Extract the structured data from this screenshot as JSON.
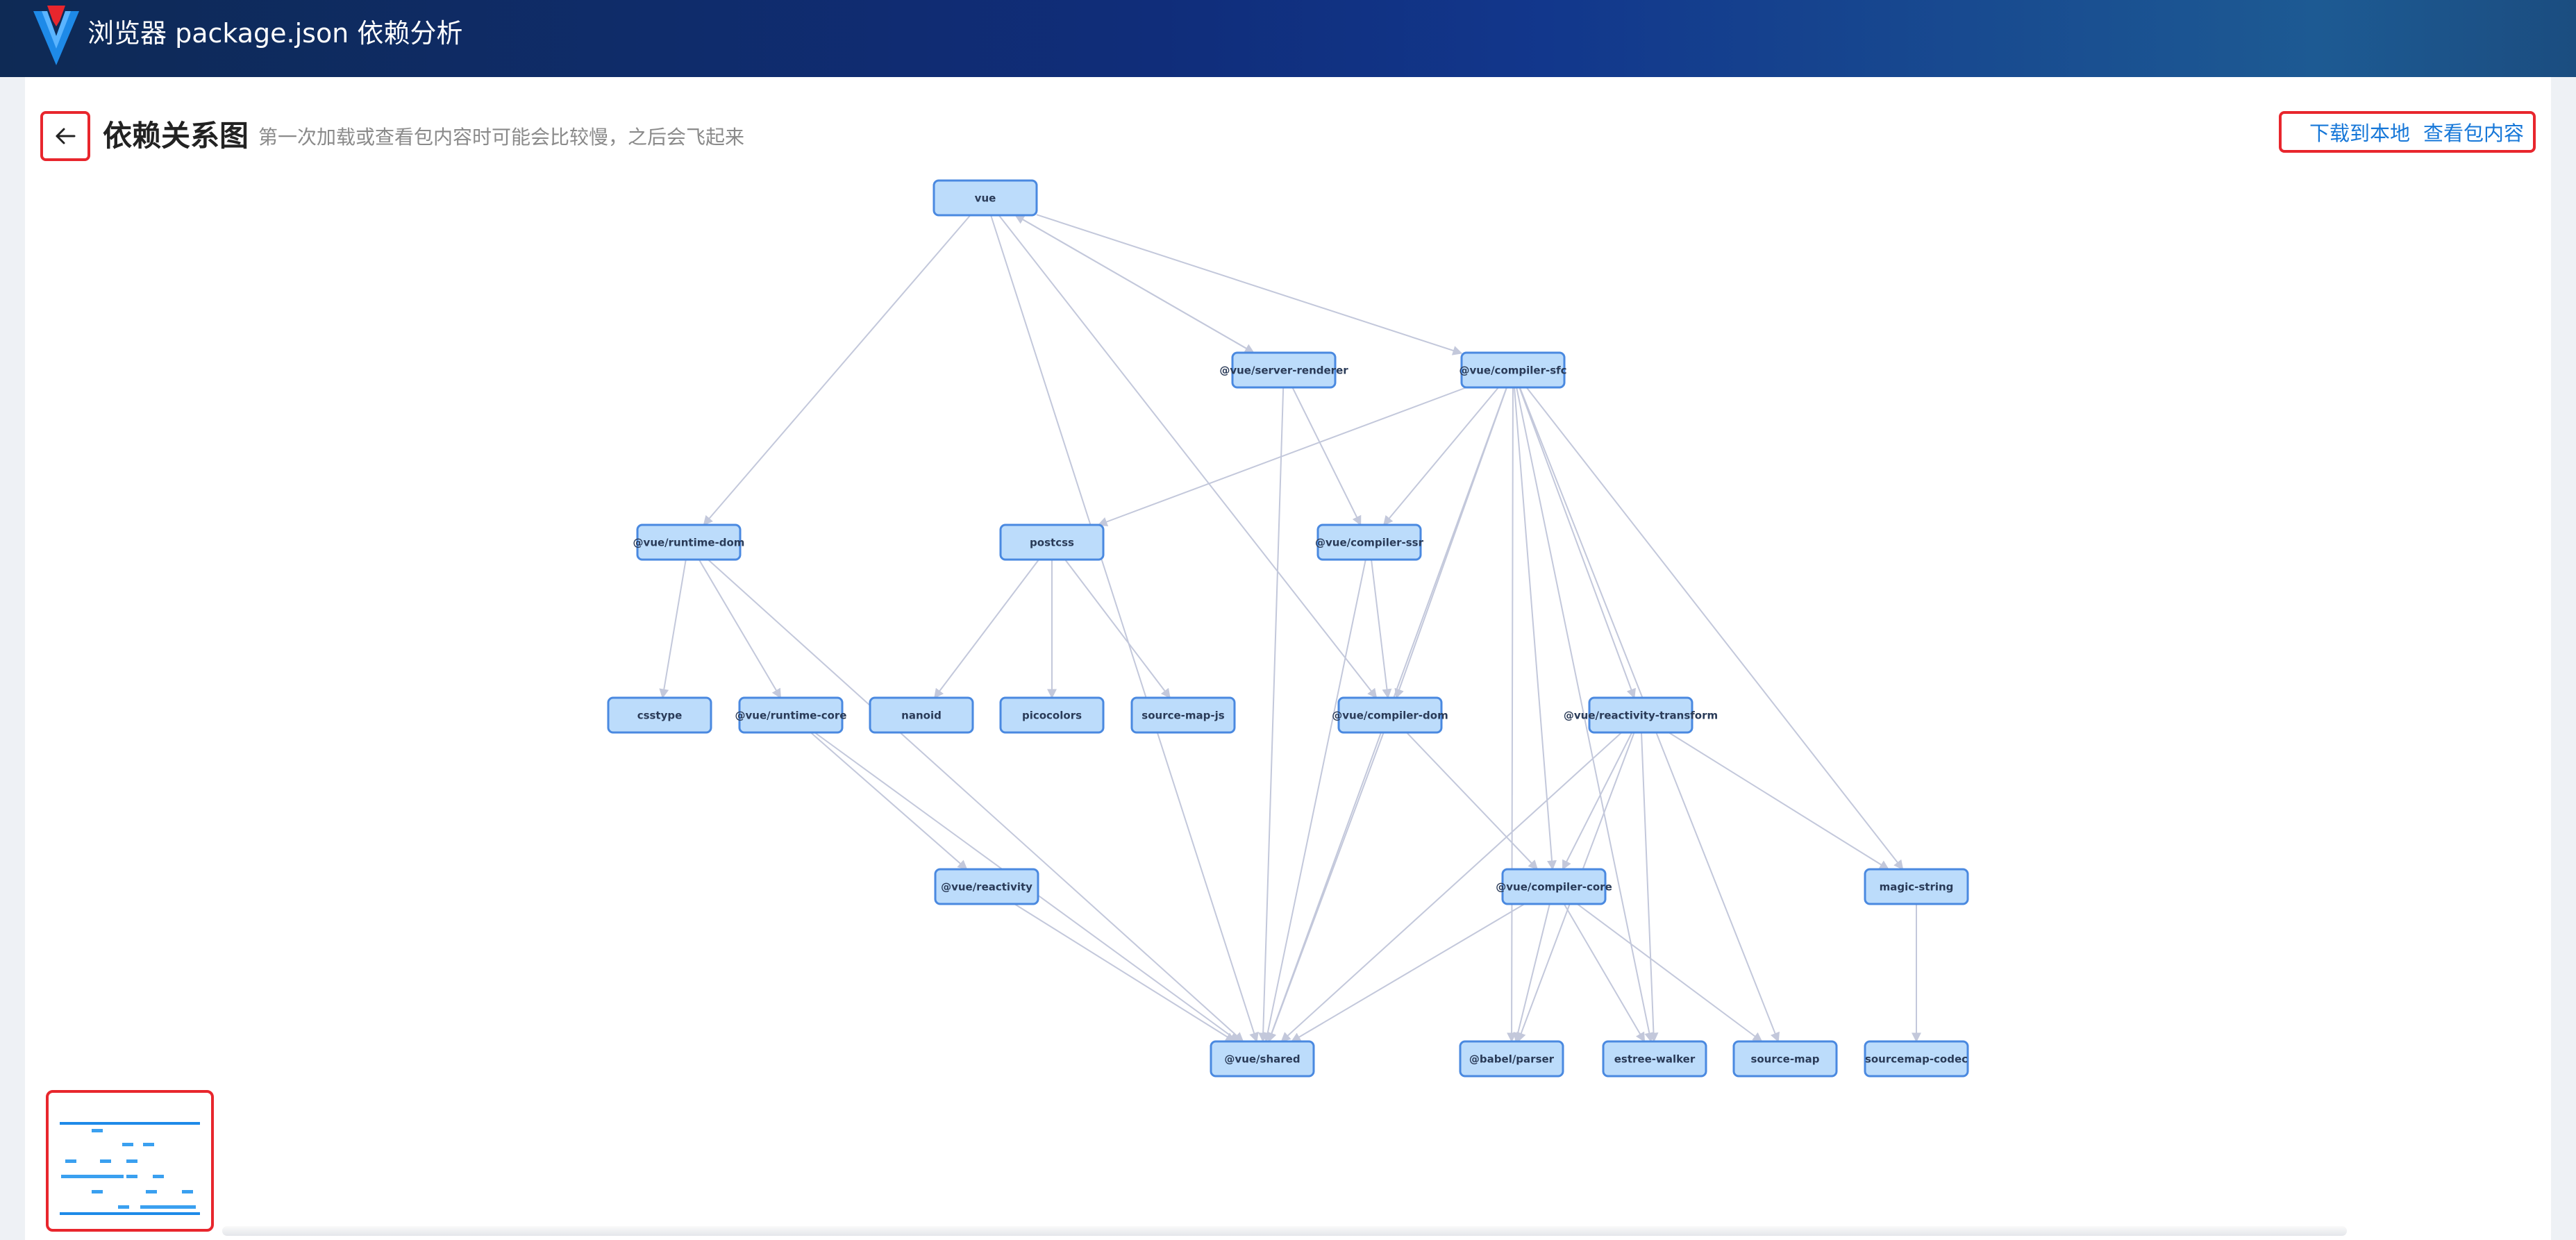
{
  "header": {
    "title": "浏览器 package.json 依赖分析",
    "logo_icon": "vite-v-logo-icon",
    "gradient": [
      "#0e2a55",
      "#12378c",
      "#1d5a93"
    ]
  },
  "page": {
    "back_icon": "arrow-left-icon",
    "title": "依赖关系图",
    "subtitle": "第一次加载或查看包内容时可能会比较慢，之后会飞起来",
    "actions": {
      "download_label": "下载到本地",
      "view_content_label": "查看包内容"
    }
  },
  "colors": {
    "node_fill": "#bcdcfb",
    "node_border": "#4a89e0",
    "edge": "#c3c8db",
    "link": "#1677d8",
    "highlight": "#e8262d"
  },
  "graph": {
    "nodes": [
      "vue",
      "@vue/server-renderer",
      "@vue/compiler-sfc",
      "@vue/runtime-dom",
      "postcss",
      "@vue/compiler-ssr",
      "csstype",
      "@vue/runtime-core",
      "nanoid",
      "picocolors",
      "source-map-js",
      "@vue/compiler-dom",
      "@vue/reactivity-transform",
      "@vue/reactivity",
      "@vue/compiler-core",
      "magic-string",
      "@vue/shared",
      "@babel/parser",
      "estree-walker",
      "source-map",
      "sourcemap-codec"
    ],
    "edges": [
      [
        "vue",
        "@vue/server-renderer"
      ],
      [
        "vue",
        "@vue/compiler-sfc"
      ],
      [
        "vue",
        "@vue/runtime-dom"
      ],
      [
        "vue",
        "@vue/compiler-dom"
      ],
      [
        "vue",
        "@vue/shared"
      ],
      [
        "@vue/server-renderer",
        "vue"
      ],
      [
        "@vue/server-renderer",
        "@vue/compiler-ssr"
      ],
      [
        "@vue/server-renderer",
        "@vue/shared"
      ],
      [
        "@vue/compiler-sfc",
        "postcss"
      ],
      [
        "@vue/compiler-sfc",
        "@vue/compiler-ssr"
      ],
      [
        "@vue/compiler-sfc",
        "@vue/compiler-dom"
      ],
      [
        "@vue/compiler-sfc",
        "@vue/reactivity-transform"
      ],
      [
        "@vue/compiler-sfc",
        "@vue/compiler-core"
      ],
      [
        "@vue/compiler-sfc",
        "magic-string"
      ],
      [
        "@vue/compiler-sfc",
        "@vue/shared"
      ],
      [
        "@vue/compiler-sfc",
        "@babel/parser"
      ],
      [
        "@vue/compiler-sfc",
        "estree-walker"
      ],
      [
        "@vue/compiler-sfc",
        "source-map"
      ],
      [
        "@vue/runtime-dom",
        "csstype"
      ],
      [
        "@vue/runtime-dom",
        "@vue/runtime-core"
      ],
      [
        "@vue/runtime-dom",
        "@vue/shared"
      ],
      [
        "postcss",
        "nanoid"
      ],
      [
        "postcss",
        "picocolors"
      ],
      [
        "postcss",
        "source-map-js"
      ],
      [
        "@vue/compiler-ssr",
        "@vue/compiler-dom"
      ],
      [
        "@vue/compiler-ssr",
        "@vue/shared"
      ],
      [
        "@vue/runtime-core",
        "@vue/reactivity"
      ],
      [
        "@vue/runtime-core",
        "@vue/shared"
      ],
      [
        "@vue/compiler-dom",
        "@vue/compiler-core"
      ],
      [
        "@vue/compiler-dom",
        "@vue/shared"
      ],
      [
        "@vue/reactivity-transform",
        "@vue/compiler-core"
      ],
      [
        "@vue/reactivity-transform",
        "magic-string"
      ],
      [
        "@vue/reactivity-transform",
        "@vue/shared"
      ],
      [
        "@vue/reactivity-transform",
        "@babel/parser"
      ],
      [
        "@vue/reactivity-transform",
        "estree-walker"
      ],
      [
        "@vue/reactivity",
        "@vue/shared"
      ],
      [
        "@vue/compiler-core",
        "@vue/shared"
      ],
      [
        "@vue/compiler-core",
        "@babel/parser"
      ],
      [
        "@vue/compiler-core",
        "estree-walker"
      ],
      [
        "@vue/compiler-core",
        "source-map"
      ],
      [
        "magic-string",
        "sourcemap-codec"
      ]
    ]
  }
}
